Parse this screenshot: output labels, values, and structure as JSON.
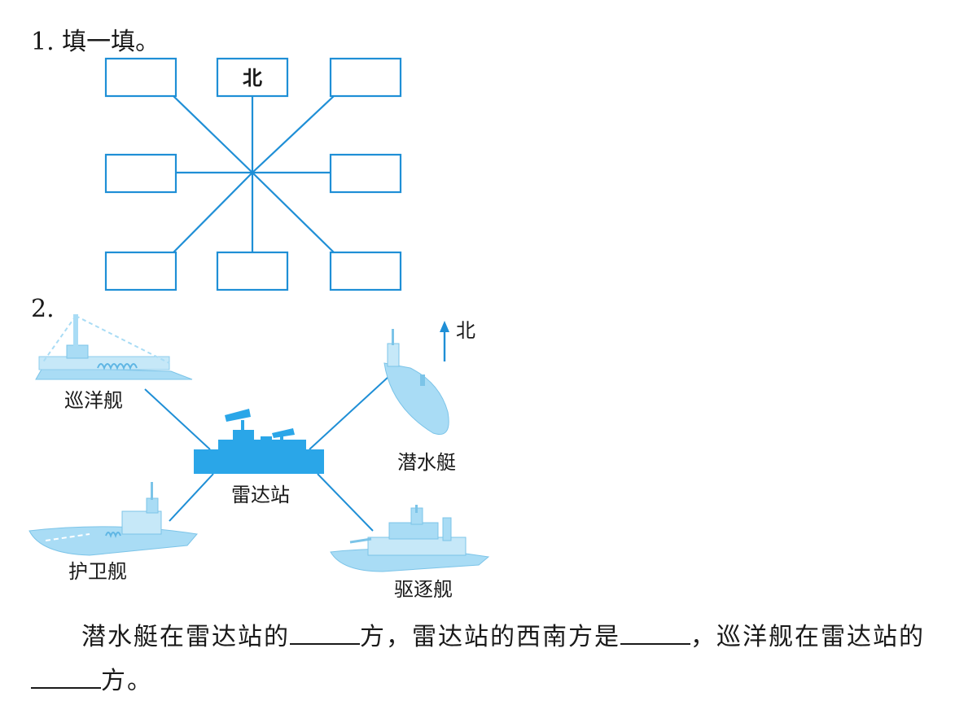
{
  "q1": {
    "number": "1.",
    "title": "填一填。",
    "north_label": "北"
  },
  "q2": {
    "number": "2.",
    "north_arrow_label": "北",
    "labels": {
      "cruiser": "巡洋舰",
      "radar": "雷达站",
      "submarine": "潜水艇",
      "frigate": "护卫舰",
      "destroyer": "驱逐舰"
    },
    "sentence": {
      "part1": "潜水艇在雷达站的",
      "part2": "方，雷达站的西南方是",
      "part3": "，巡洋舰在雷达站的",
      "part4": "方。"
    }
  },
  "colors": {
    "diagram_blue": "#1f8fd6",
    "ship_blue": "#a9dcf5",
    "radar_blue": "#2aa6e8",
    "text": "#1a1a1a"
  }
}
